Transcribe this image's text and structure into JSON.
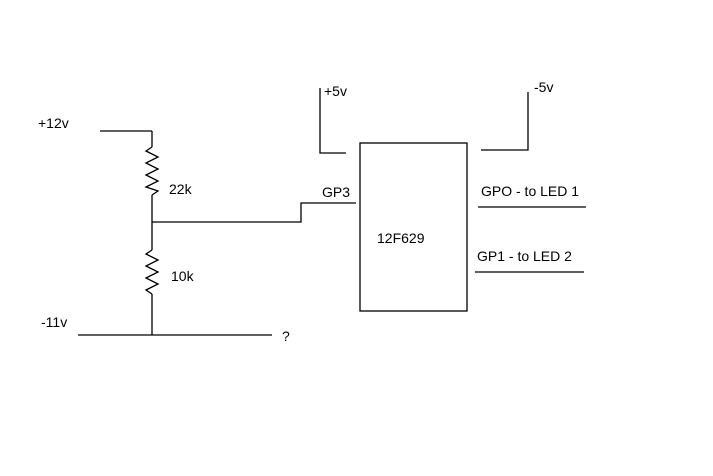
{
  "diagram": {
    "labels": {
      "plus12": "+12v",
      "r1": "22k",
      "r2": "10k",
      "minus11": "-11v",
      "unknown": "?",
      "plus5": "+5v",
      "minus5": "-5v",
      "gp3": "GP3",
      "chip": "12F629",
      "gp0": "GPO - to LED 1",
      "gp1": "GP1 - to LED 2"
    },
    "colors": {
      "line": "#000000",
      "background": "#ffffff"
    }
  }
}
